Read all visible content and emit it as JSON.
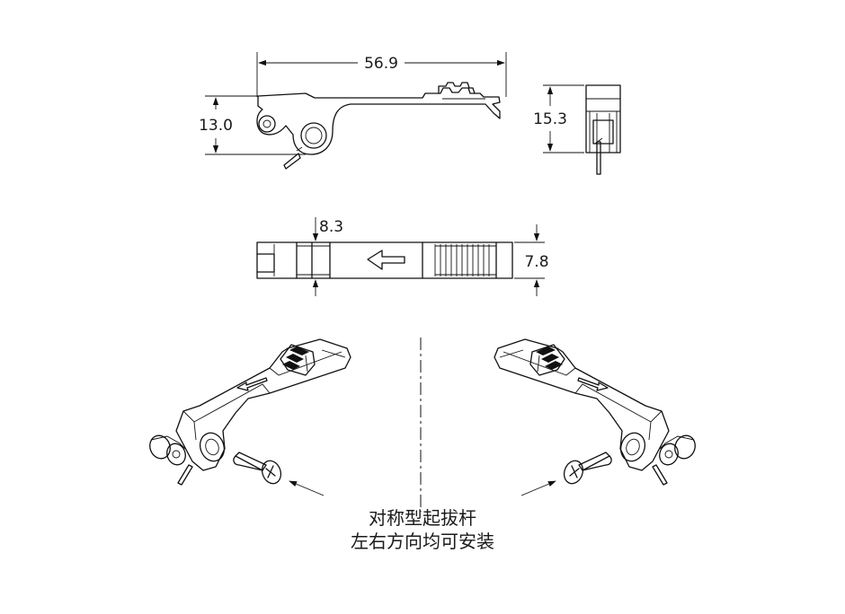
{
  "dimensions": {
    "length": "56.9",
    "height": "13.0",
    "side_height": "15.3",
    "top_offset": "8.3",
    "width": "7.8"
  },
  "caption": {
    "line1": "对称型起拔杆",
    "line2": "左右方向均可安装"
  }
}
